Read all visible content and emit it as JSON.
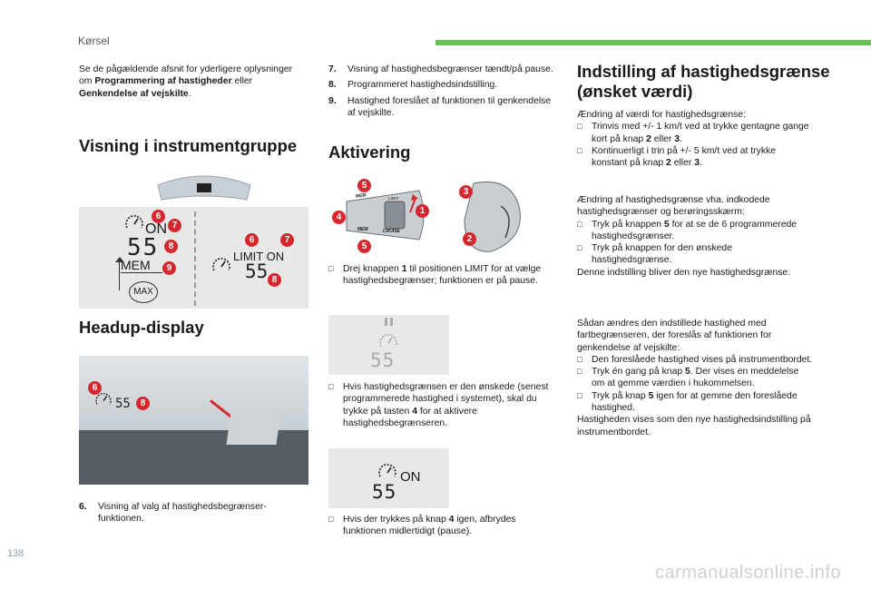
{
  "header": {
    "section": "Kørsel"
  },
  "footer": {
    "page_number": "138",
    "watermark": "carmanualsonline.info"
  },
  "left": {
    "intro_pre": "Se de pågældende afsnit for yderligere oplysninger om ",
    "intro_b1": "Programmering af hastigheder",
    "intro_mid": " eller ",
    "intro_b2": "Genkendelse af vejskilte",
    "intro_end": ".",
    "h_instrument": "Visning i instrumentgruppe",
    "h_headup": "Headup-display",
    "item6_num": "6.",
    "item6_text": "Visning af valg af hastighedsbegrænser-funktionen."
  },
  "cluster_fig": {
    "speed": "55",
    "on": "ON",
    "mem": "MEM",
    "max": "MAX",
    "limit_on": "LIMIT ON",
    "speed2": "55",
    "badges_left": [
      "6",
      "7",
      "8",
      "9"
    ],
    "badges_right": [
      "6",
      "7",
      "8"
    ]
  },
  "headup_fig": {
    "speed": "55",
    "badges": [
      "6",
      "8"
    ]
  },
  "middle": {
    "items": [
      {
        "num": "7.",
        "text": "Visning af hastighedsbegrænser tændt/på pause."
      },
      {
        "num": "8.",
        "text": "Programmeret hastighedsindstilling."
      },
      {
        "num": "9.",
        "text": "Hastighed foreslået af funktionen til genkendelse af vejskilte."
      }
    ],
    "h_activation": "Aktivering",
    "stalk_badges": [
      "5",
      "3",
      "4",
      "1",
      "5",
      "2"
    ],
    "stalk_labels": {
      "mem": "MEM",
      "cruise": "CRUISE",
      "limit": "LIMIT"
    },
    "b1_pre": "Drej knappen ",
    "b1_num": "1",
    "b1_post": " til positionen LIMIT for at vælge hastighedsbegrænser; funktionen er på pause.",
    "pause_fig_speed": "55",
    "b2_pre": "Hvis hastighedsgrænsen er den ønskede (senest programmerede hastighed i systemet), skal du trykke på tasten ",
    "b2_num": "4",
    "b2_post": " for at aktivere hastighedsbegrænseren.",
    "on_fig_speed": "55",
    "on_fig_on": "ON",
    "b3_pre": "Hvis der trykkes på knap ",
    "b3_num": "4",
    "b3_post": " igen, afbrydes funktionen midlertidigt (pause)."
  },
  "right": {
    "h_setting_1": "Indstilling af hastighedsgrænse",
    "h_setting_2": "(ønsket værdi)",
    "p1": "Ændring af værdi for hastighedsgrænse:",
    "b1_pre": "Trinvis med +/- 1 km/t ved at trykke gentagne gange kort på knap ",
    "b1_n1": "2",
    "b1_mid": " eller ",
    "b1_n2": "3",
    "b1_end": ".",
    "b2_pre": "Kontinuerligt i trin på +/- 5 km/t ved at trykke konstant på knap ",
    "b2_n1": "2",
    "b2_mid": " eller ",
    "b2_n2": "3",
    "b2_end": ".",
    "p2": "Ændring af hastighedsgrænse vha. indkodede hastighedsgrænser og berøringsskærm:",
    "b3_pre": "Tryk på knappen ",
    "b3_n": "5",
    "b3_post": " for at se de 6 programmerede hastighedsgrænser.",
    "b4": "Tryk på knappen for den ønskede hastighedsgrænse.",
    "p3": "Denne indstilling bliver den nye hastighedsgrænse.",
    "p4": "Sådan ændres den indstillede hastighed med fartbegrænseren, der foreslås af funktionen for genkendelse af vejskilte:",
    "b5": "Den foreslåede hastighed vises på instrumentbordet.",
    "b6_pre": "Tryk én gang på knap ",
    "b6_n": "5",
    "b6_post": ". Der vises en meddelelse om at gemme værdien i hukommelsen.",
    "b7_pre": "Tryk på knap ",
    "b7_n": "5",
    "b7_post": " igen for at gemme den foreslåede hastighed.",
    "p5": "Hastigheden vises som den nye hastighedsindstilling på instrumentbordet."
  }
}
